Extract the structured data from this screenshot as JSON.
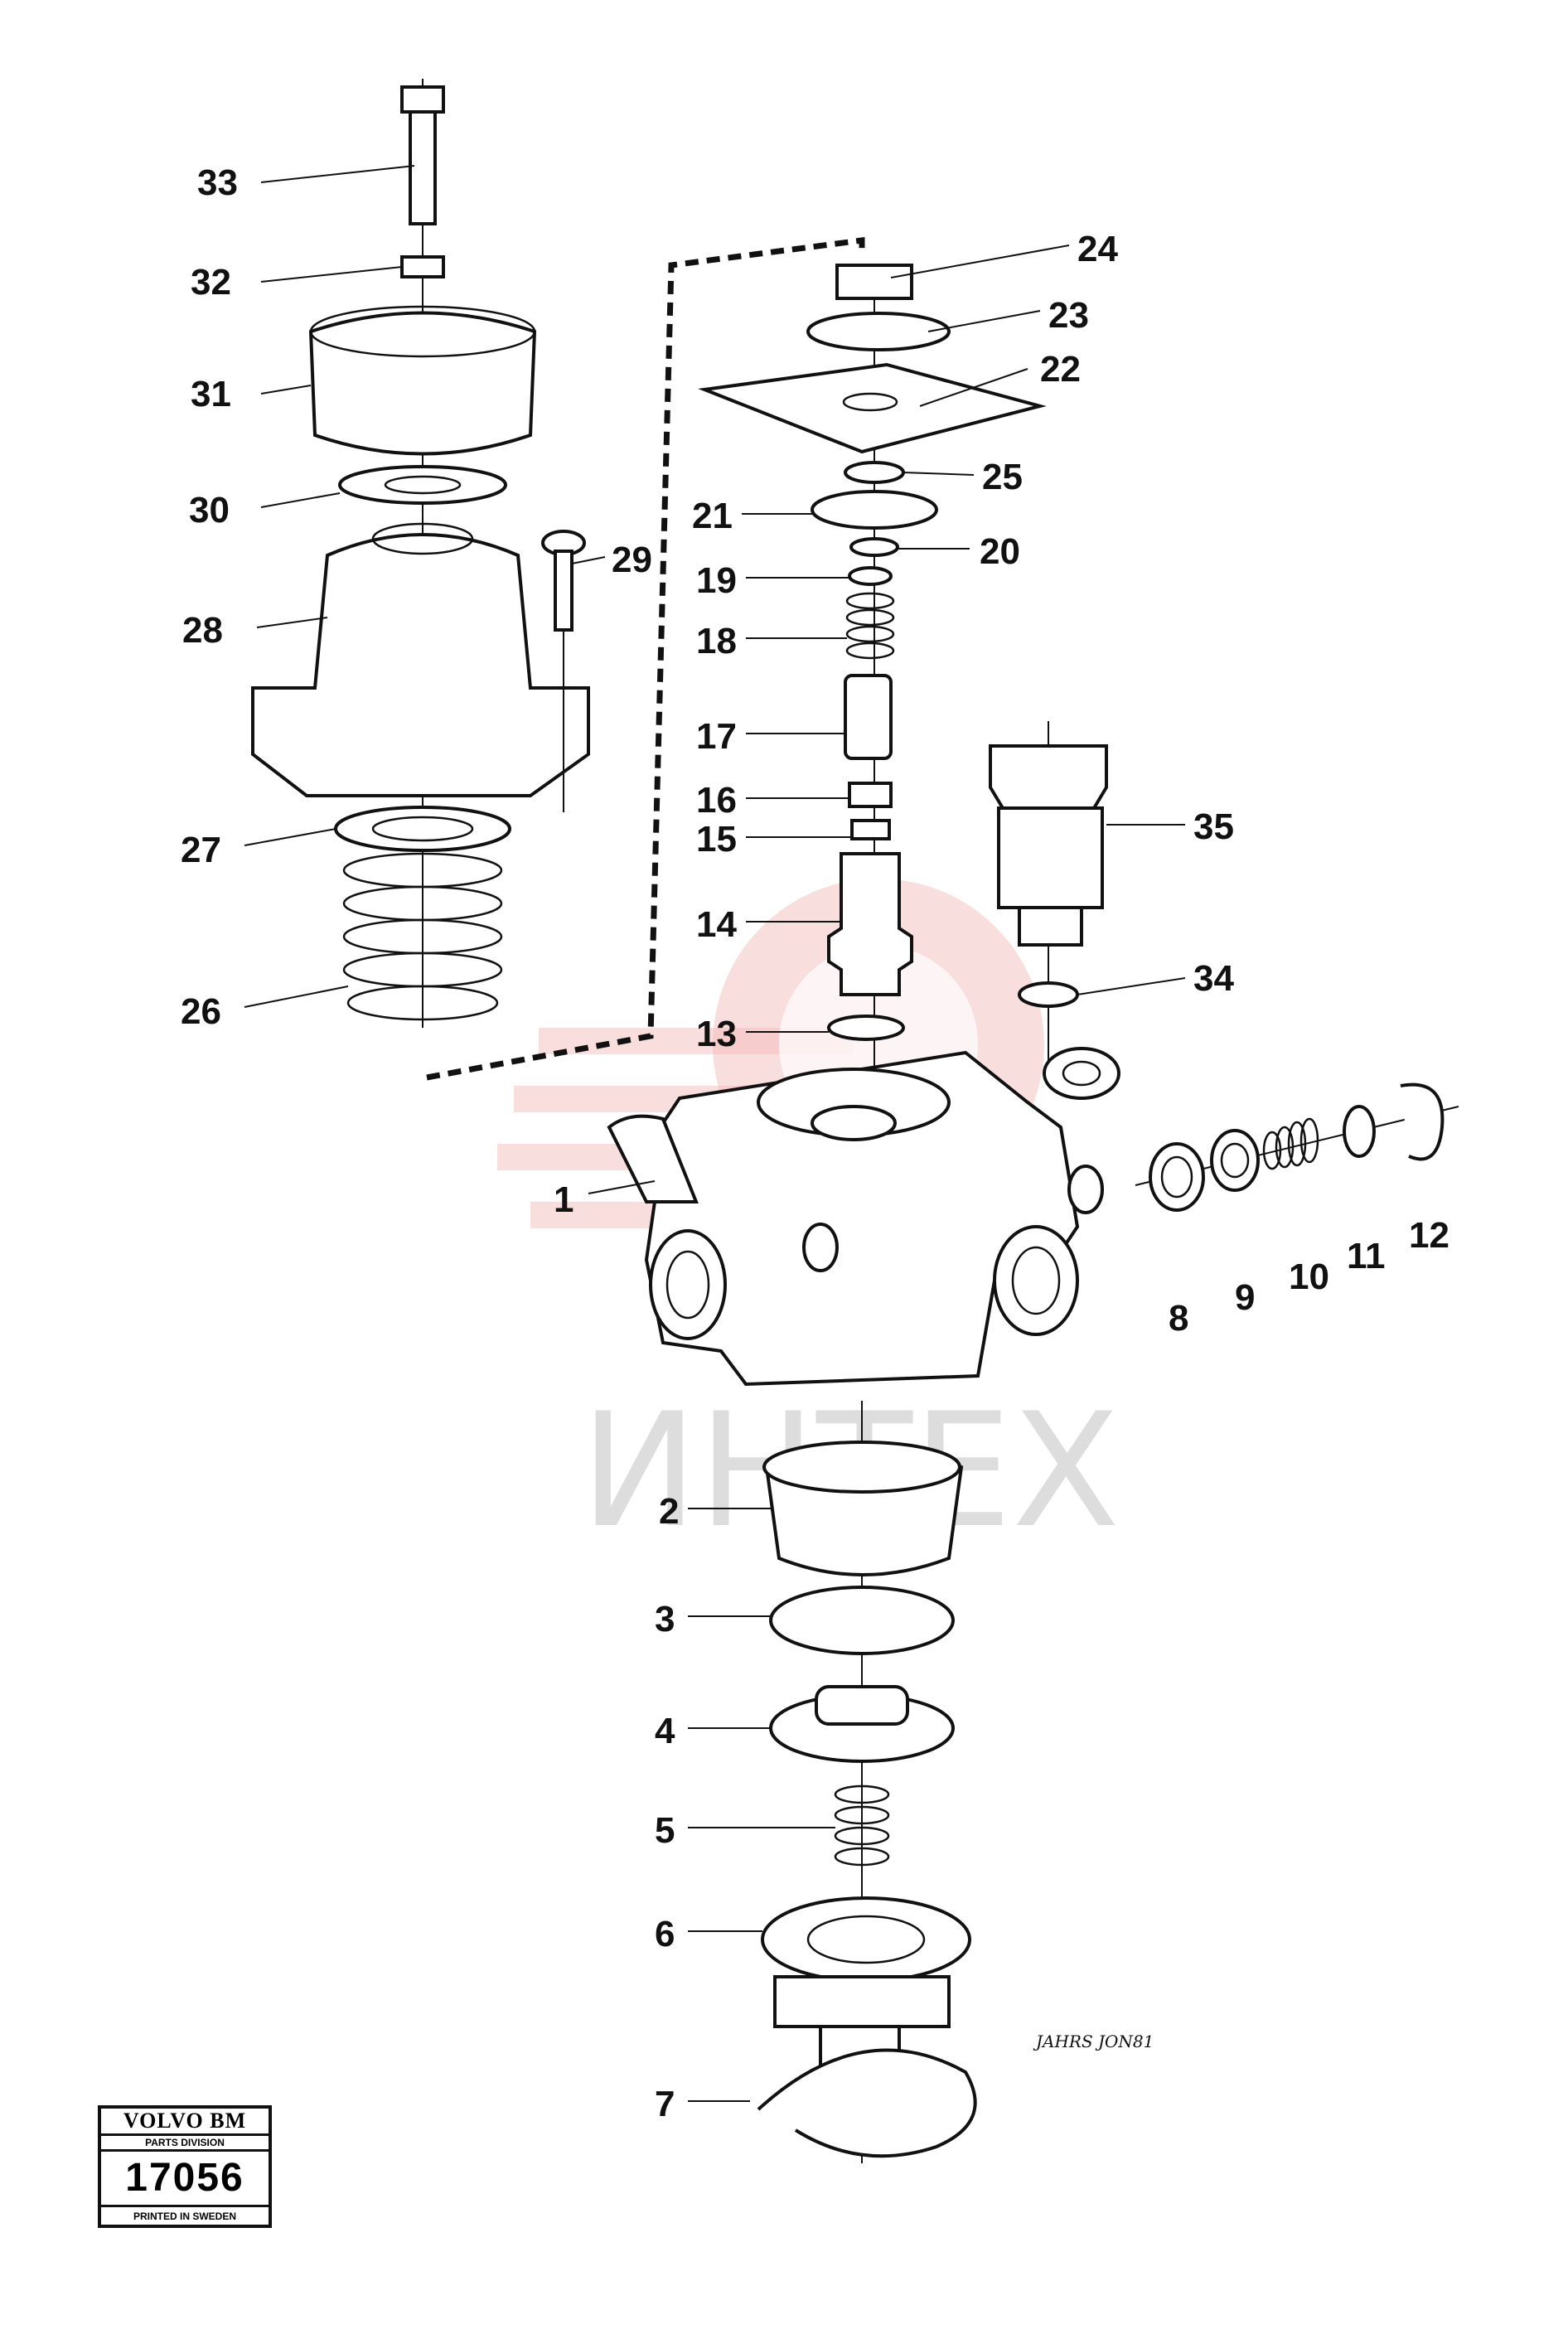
{
  "callouts": {
    "c1": "1",
    "c2": "2",
    "c3": "3",
    "c4": "4",
    "c5": "5",
    "c6": "6",
    "c7": "7",
    "c8": "8",
    "c9": "9",
    "c10": "10",
    "c11": "11",
    "c12": "12",
    "c13": "13",
    "c14": "14",
    "c15": "15",
    "c16": "16",
    "c17": "17",
    "c18": "18",
    "c19": "19",
    "c20": "20",
    "c21": "21",
    "c22": "22",
    "c23": "23",
    "c24": "24",
    "c25": "25",
    "c26": "26",
    "c27": "27",
    "c28": "28",
    "c29": "29",
    "c30": "30",
    "c31": "31",
    "c32": "32",
    "c33": "33",
    "c34": "34",
    "c35": "35"
  },
  "badge": {
    "brand": "VOLVO BM",
    "division": "PARTS DIVISION",
    "number": "17056",
    "printed": "PRINTED IN SWEDEN"
  },
  "watermark": "ИНТЕХ",
  "signature": "JAHRS JON81"
}
